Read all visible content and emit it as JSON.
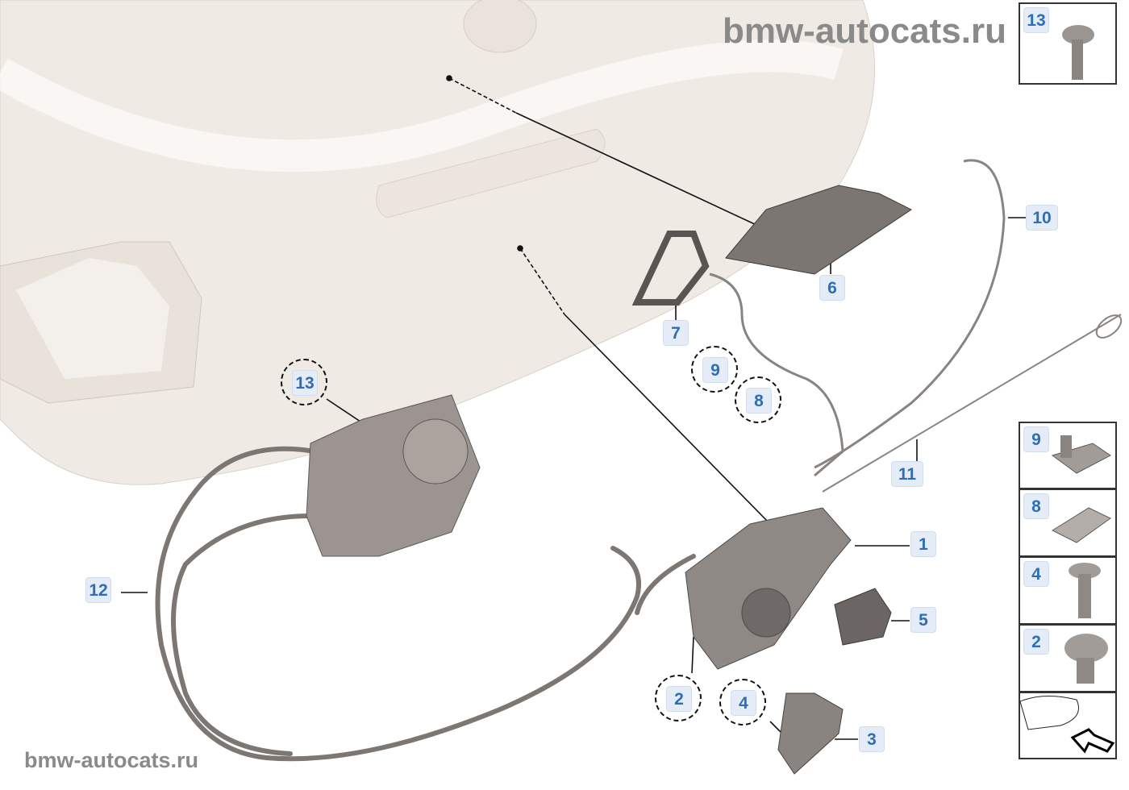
{
  "watermark_top": "bmw-autocats.ru",
  "watermark_bottom": "bmw-autocats.ru",
  "colors": {
    "label_text": "#2f6db5",
    "label_bg": "#e4edf7",
    "body_panel": "#efeae4",
    "part": "#8c8784"
  },
  "callouts": [
    {
      "id": "13",
      "style": "circled"
    },
    {
      "id": "12",
      "style": "box"
    },
    {
      "id": "7",
      "style": "box"
    },
    {
      "id": "6",
      "style": "box"
    },
    {
      "id": "10",
      "style": "box"
    },
    {
      "id": "9",
      "style": "circled"
    },
    {
      "id": "8",
      "style": "circled"
    },
    {
      "id": "11",
      "style": "box"
    },
    {
      "id": "1",
      "style": "box"
    },
    {
      "id": "5",
      "style": "box"
    },
    {
      "id": "2",
      "style": "circled"
    },
    {
      "id": "4",
      "style": "circled"
    },
    {
      "id": "3",
      "style": "box"
    }
  ],
  "side_panels": [
    {
      "id": "13",
      "icon": "screw-icon"
    },
    {
      "id": "9",
      "icon": "clip-icon"
    },
    {
      "id": "8",
      "icon": "clip-nut-icon"
    },
    {
      "id": "4",
      "icon": "screw-icon"
    },
    {
      "id": "2",
      "icon": "screw-icon"
    },
    {
      "id": "",
      "icon": "car-rear-view-icon"
    }
  ]
}
